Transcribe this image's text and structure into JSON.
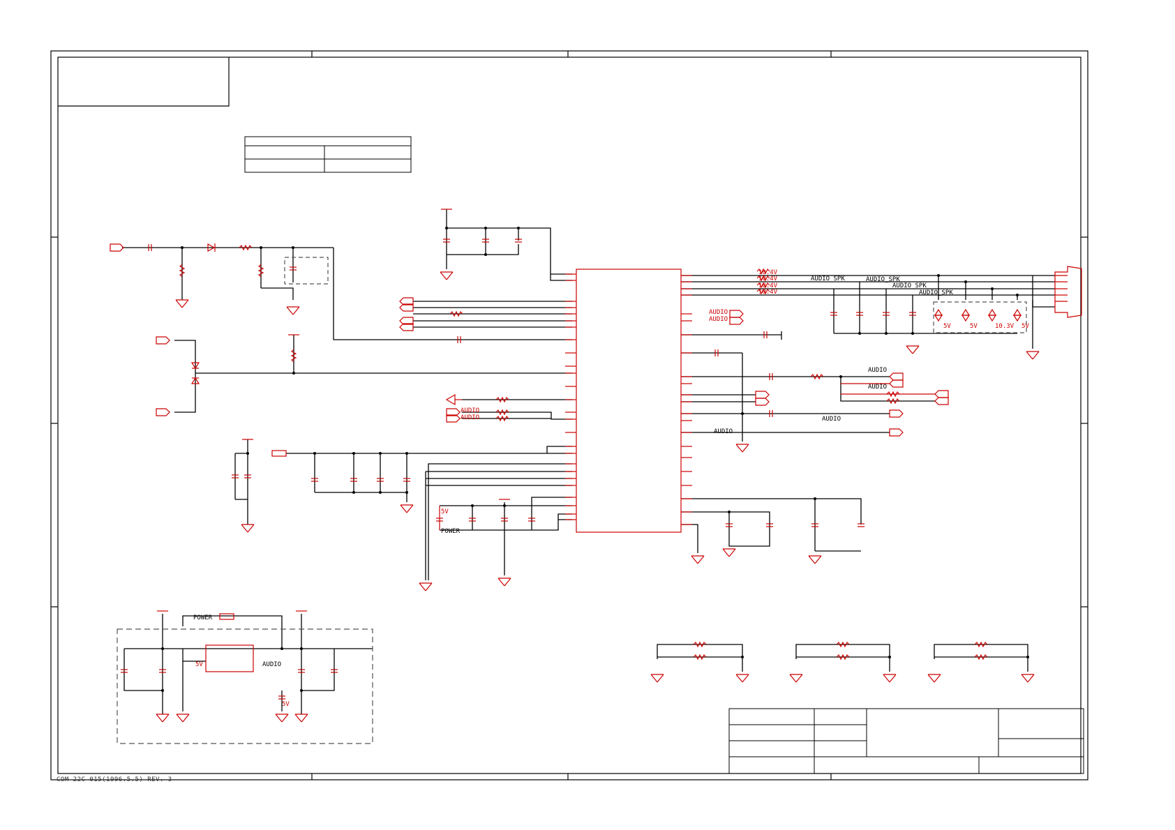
{
  "colors": {
    "wire": "#000000",
    "component": "#cc0000",
    "frame": "#000000",
    "dashed": "#555555"
  },
  "audio_io": {
    "left_inputs": [
      "AUDIO",
      "AUDIO"
    ],
    "right_outputs_top": [
      "AUDIO",
      "AUDIO"
    ],
    "right_mid": [
      "AUDIO",
      "AUDIO",
      "AUDIO",
      "AUDIO"
    ]
  },
  "speaker_nets": [
    "AUDIO_SPK",
    "AUDIO_SPK",
    "AUDIO_SPK",
    "AUDIO_SPK"
  ],
  "tvs_labels": [
    "5V",
    "5V",
    "10.3V",
    "5V"
  ],
  "speaker_series_labels": [
    "10.4V",
    "10.4V",
    "10.4V",
    "10.4V"
  ],
  "power": {
    "label_a": "5V",
    "label_b": "POWER"
  },
  "regulator": {
    "power_label": "POWER",
    "out_label": "AUDIO",
    "in_label": "5V",
    "cap_label": "5V"
  },
  "footer": {
    "form_code": "COM-22C-015(1996.5.5) REV. 3"
  }
}
